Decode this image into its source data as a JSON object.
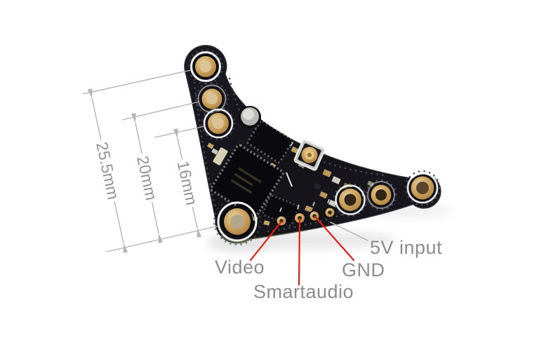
{
  "dimension_annotations": [
    {
      "value": "25.5mm"
    },
    {
      "value": "20mm"
    },
    {
      "value": "16mm"
    }
  ],
  "pad_annotations": [
    {
      "label": "Video",
      "leader_color": "red"
    },
    {
      "label": "Smartaudio",
      "leader_color": "red"
    },
    {
      "label": "GND",
      "leader_color": "red"
    },
    {
      "label": "5V input",
      "leader_color": "gray"
    }
  ],
  "colors": {
    "background": "#ffffff",
    "leader_red": "#dd2014",
    "leader_gray": "#b9b9b9",
    "dimension_line_gray": "#b4b4b4",
    "dimension_text_gray": "#949494",
    "label_text_gray": "#8c8c8c",
    "board_black": "#17161c",
    "hole_gold": "#c79d58",
    "silkscreen_white": "#ffffff"
  }
}
